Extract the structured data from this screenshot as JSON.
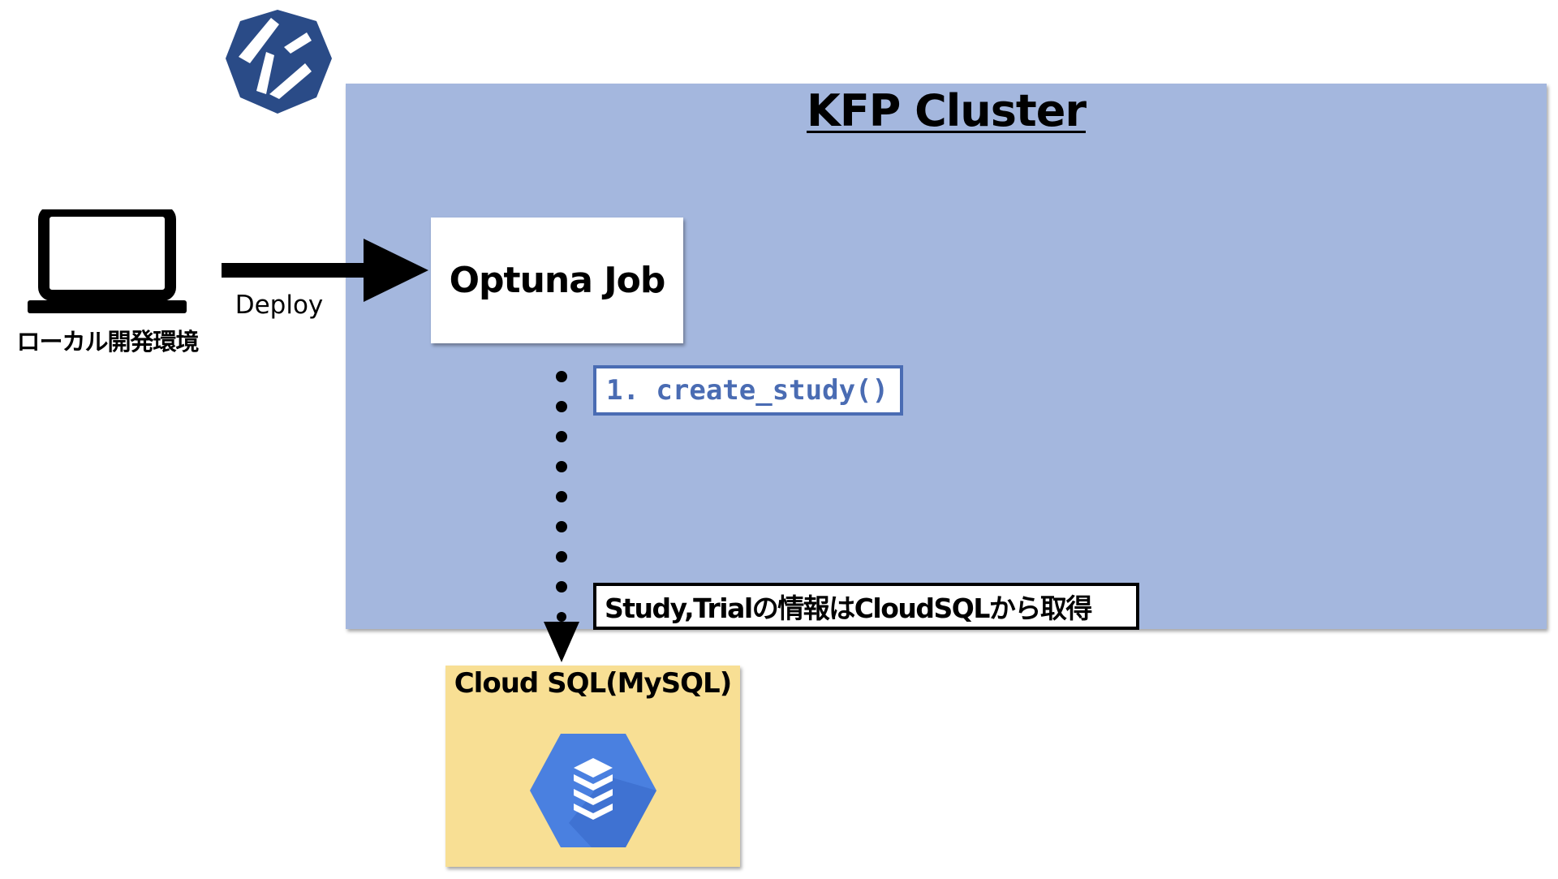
{
  "cluster": {
    "title": "KFP Cluster",
    "color": "#a4b7de"
  },
  "job": {
    "label": "Optuna Job"
  },
  "step": {
    "label": "1. create_study()",
    "color": "#4a6cb3"
  },
  "note": {
    "label": "Study,Trialの情報はCloudSQLから取得"
  },
  "database": {
    "label": "Cloud SQL(MySQL)",
    "color": "#f8df94",
    "icon": "cloud-sql-icon"
  },
  "local": {
    "label": "ローカル開発環境",
    "icon": "laptop-icon"
  },
  "deploy": {
    "label": "Deploy"
  },
  "logo": {
    "icon": "kubeflow-logo",
    "color": "#2a4b87"
  }
}
